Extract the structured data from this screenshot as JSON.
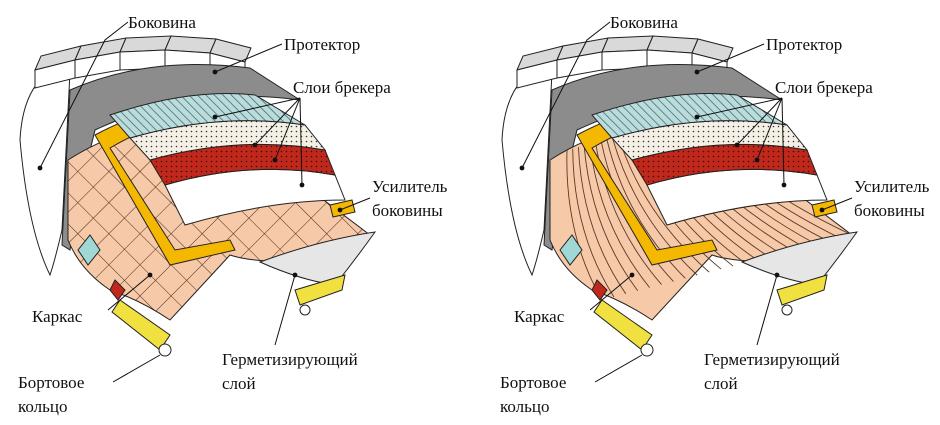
{
  "diagrams": [
    {
      "id": "bias",
      "carcass_pattern": "crosshatch",
      "labels": {
        "sidewall": "Боковина",
        "tread": "Протектор",
        "breaker_plies": "Слои брекера",
        "sidewall_reinforcement_l1": "Усилитель",
        "sidewall_reinforcement_l2": "боковины",
        "carcass": "Каркас",
        "inner_liner_l1": "Герметизирующий",
        "inner_liner_l2": "слой",
        "bead_ring_l1": "Бортовое",
        "bead_ring_l2": "кольцо"
      }
    },
    {
      "id": "radial",
      "carcass_pattern": "radial-lines",
      "labels": {
        "sidewall": "Боковина",
        "tread": "Протектор",
        "breaker_plies": "Слои брекера",
        "sidewall_reinforcement_l1": "Усилитель",
        "sidewall_reinforcement_l2": "боковины",
        "carcass": "Каркас",
        "inner_liner_l1": "Герметизирующий",
        "inner_liner_l2": "слой",
        "bead_ring_l1": "Бортовое",
        "bead_ring_l2": "кольцо"
      }
    }
  ],
  "colors": {
    "tread_rubber": "#8c8c8c",
    "tread_blocks": "#d9d9d9",
    "block_face": "#ffffff",
    "hatched_ply": "#bcdcdc",
    "dotted_ply": "#f4f0e6",
    "red_ply": "#c0281c",
    "white_ply": "#ffffff",
    "yellow_reinforcement": "#f5b800",
    "carcass": "#f6c9a8",
    "inner_liner": "#e6e6e6",
    "bead_yellow": "#f0e040",
    "cyan_filler": "#9fd8d4"
  }
}
